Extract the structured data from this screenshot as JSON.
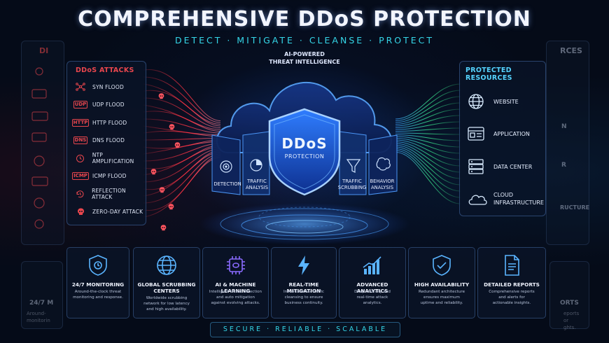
{
  "header": {
    "title": "COMPREHENSIVE DDoS PROTECTION",
    "subtitle": "DETECT · MITIGATE · CLEANSE · PROTECT"
  },
  "center": {
    "ai_label": "AI-POWERED\nTHREAT INTELLIGENCE",
    "shield_title": "DDoS",
    "shield_subtitle": "PROTECTION",
    "panels": [
      {
        "label": "DETECTION",
        "icon": "target-icon"
      },
      {
        "label": "TRAFFIC\nANALYSIS",
        "icon": "pie-chart-icon"
      },
      {
        "label": "TRAFFIC\nSCRUBBING",
        "icon": "funnel-icon"
      },
      {
        "label": "BEHAVIOR\nANALYSIS",
        "icon": "brain-icon"
      }
    ]
  },
  "attacks": {
    "title": "DDoS ATTACKS",
    "items": [
      {
        "label": "SYN FLOOD",
        "icon": "network-nodes-icon"
      },
      {
        "label": "UDP FLOOD",
        "icon": "udp-icon",
        "icon_text": "UDP"
      },
      {
        "label": "HTTP FLOOD",
        "icon": "http-icon",
        "icon_text": "HTTP"
      },
      {
        "label": "DNS FLOOD",
        "icon": "dns-icon",
        "icon_text": "DNS"
      },
      {
        "label": "NTP AMPLIFICATION",
        "icon": "clock-icon"
      },
      {
        "label": "ICMP FLOOD",
        "icon": "icmp-icon",
        "icon_text": "ICMP"
      },
      {
        "label": "REFLECTION ATTACK",
        "icon": "refresh-clock-icon"
      },
      {
        "label": "ZERO-DAY ATTACK",
        "icon": "skull-icon"
      }
    ]
  },
  "resources": {
    "title": "PROTECTED RESOURCES",
    "items": [
      {
        "label": "WEBSITE",
        "icon": "globe-icon"
      },
      {
        "label": "APPLICATION",
        "icon": "app-window-icon"
      },
      {
        "label": "DATA CENTER",
        "icon": "server-icon"
      },
      {
        "label": "CLOUD\nINFRASTRUCTURE",
        "icon": "cloud-icon"
      }
    ]
  },
  "features": [
    {
      "title": "24/7 MONITORING",
      "desc": "Around-the-clock threat\nmonitoring and response.",
      "icon": "shield-clock-icon"
    },
    {
      "title": "GLOBAL SCRUBBING\nCENTERS",
      "desc": "Worldwide scrubbing\nnetwork for low latency\nand high availability.",
      "icon": "globe-icon"
    },
    {
      "title": "AI & MACHINE LEARNING",
      "desc": "Intelligent threat detection\nand auto mitigation\nagainst evolving attacks.",
      "icon": "chip-icon"
    },
    {
      "title": "REAL-TIME MITIGATION",
      "desc": "Instantaneous traffic\ncleansing to ensure\nbusiness continuity.",
      "icon": "lightning-icon"
    },
    {
      "title": "ADVANCED ANALYTICS",
      "desc": "Deep visibility and\nreal-time attack\nanalytics.",
      "icon": "bar-chart-icon"
    },
    {
      "title": "HIGH AVAILABILITY",
      "desc": "Redundant architecture\nensures maximum\nuptime and reliability.",
      "icon": "shield-check-icon"
    },
    {
      "title": "DETAILED REPORTS",
      "desc": "Comprehensive reports\nand alerts for\nactionable insights.",
      "icon": "document-icon"
    }
  ],
  "footer": "SECURE · RELIABLE · SCALABLE",
  "ghost": {
    "left_title": "DI",
    "right_title": "RCES",
    "left_card_title": "24/7 M",
    "left_card_desc": "Around-\nmonitorin",
    "right_card_title": "ORTS",
    "right_card_desc": "eports\nor\nghts.",
    "right_r": "R",
    "right_ructure": "RUCTURE",
    "right_n": "N"
  },
  "colors": {
    "accent_cyan": "#35d6e8",
    "attack_red": "#e8464d",
    "shield_blue": "#2f7dff",
    "resource_green": "#38e08a",
    "background": "#050b18"
  }
}
